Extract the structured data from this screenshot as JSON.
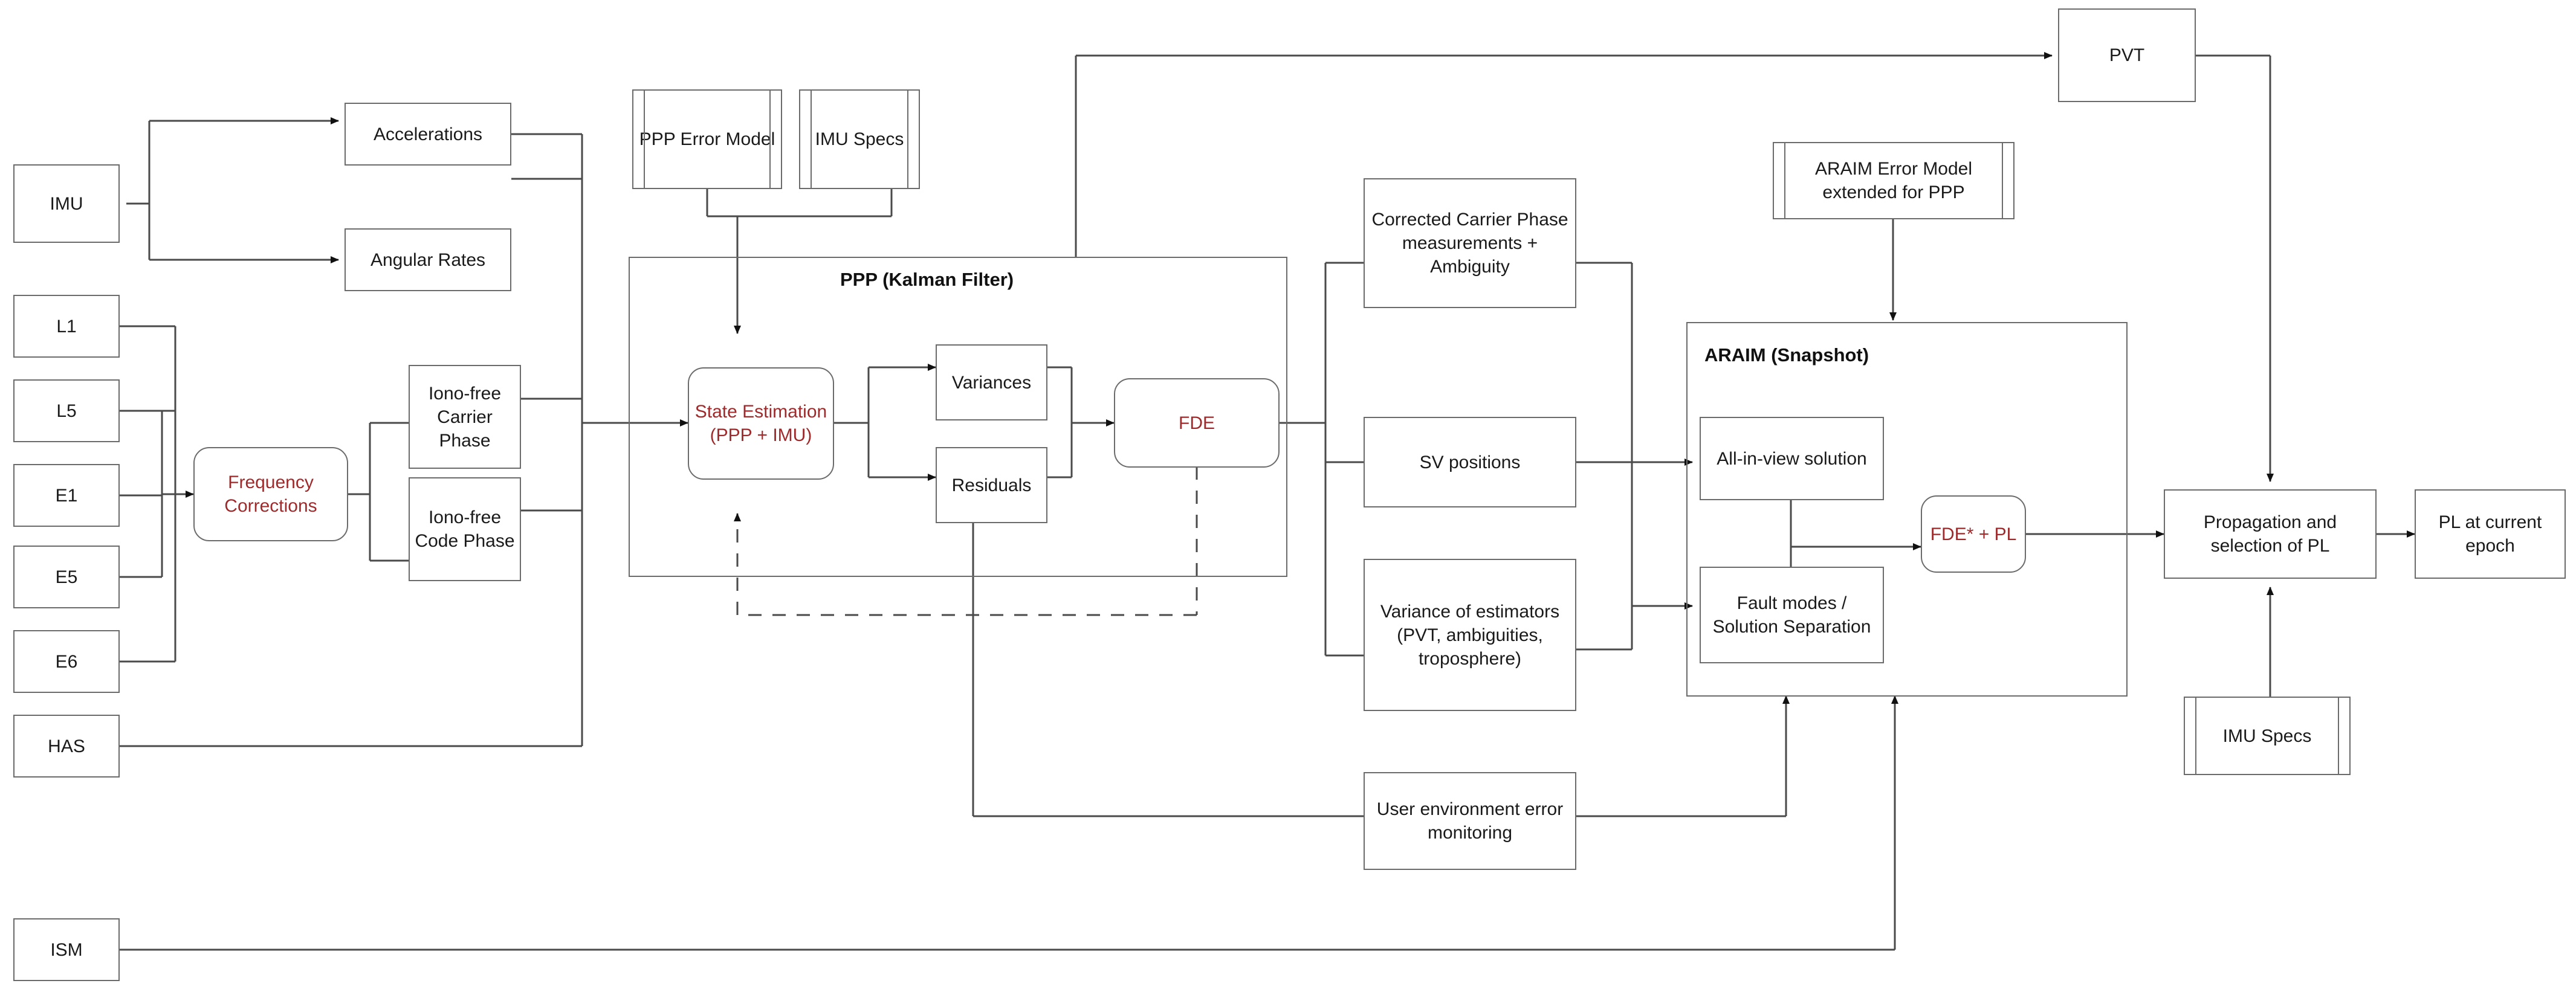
{
  "diagram": {
    "title": "PPP/INS + ARAIM protection level architecture",
    "colors": {
      "accent_red": "#9e2a2b",
      "text": "#1a1a1a",
      "stroke": "#6b6b6b"
    }
  },
  "inputs": {
    "imu": "IMU",
    "l1": "L1",
    "l5": "L5",
    "e1": "E1",
    "e5": "E5",
    "e6": "E6",
    "has": "HAS",
    "ism": "ISM"
  },
  "imu_outputs": {
    "accelerations": "Accelerations",
    "angular_rates": "Angular Rates"
  },
  "preprocessing": {
    "frequency_corrections": "Frequency Corrections",
    "iono_free_carrier_phase": "Iono-free Carrier Phase",
    "iono_free_code_phase": "Iono-free Code Phase"
  },
  "models": {
    "ppp_error_model": "PPP Error Model",
    "imu_specs_top": "IMU Specs",
    "araim_error_model": "ARAIM Error Model extended for PPP",
    "imu_specs_bottom": "IMU Specs"
  },
  "ppp_block": {
    "title": "PPP (Kalman Filter)",
    "state_estimation": "State Estimation (PPP + IMU)",
    "variances": "Variances",
    "residuals": "Residuals",
    "fde": "FDE"
  },
  "ppp_outputs": {
    "corrected_carrier": "Corrected Carrier Phase measurements + Ambiguity",
    "sv_positions": "SV positions",
    "variance_estimators": "Variance of estimators (PVT, ambiguities, troposphere)",
    "user_env_monitoring": "User environment error monitoring"
  },
  "araim_block": {
    "title": "ARAIM (Snapshot)",
    "all_in_view": "All-in-view solution",
    "fault_modes": "Fault modes / Solution Separation",
    "fde_pl": "FDE* + PL"
  },
  "outputs": {
    "pvt": "PVT",
    "propagation": "Propagation and selection of PL",
    "pl_current_epoch": "PL at current epoch"
  }
}
